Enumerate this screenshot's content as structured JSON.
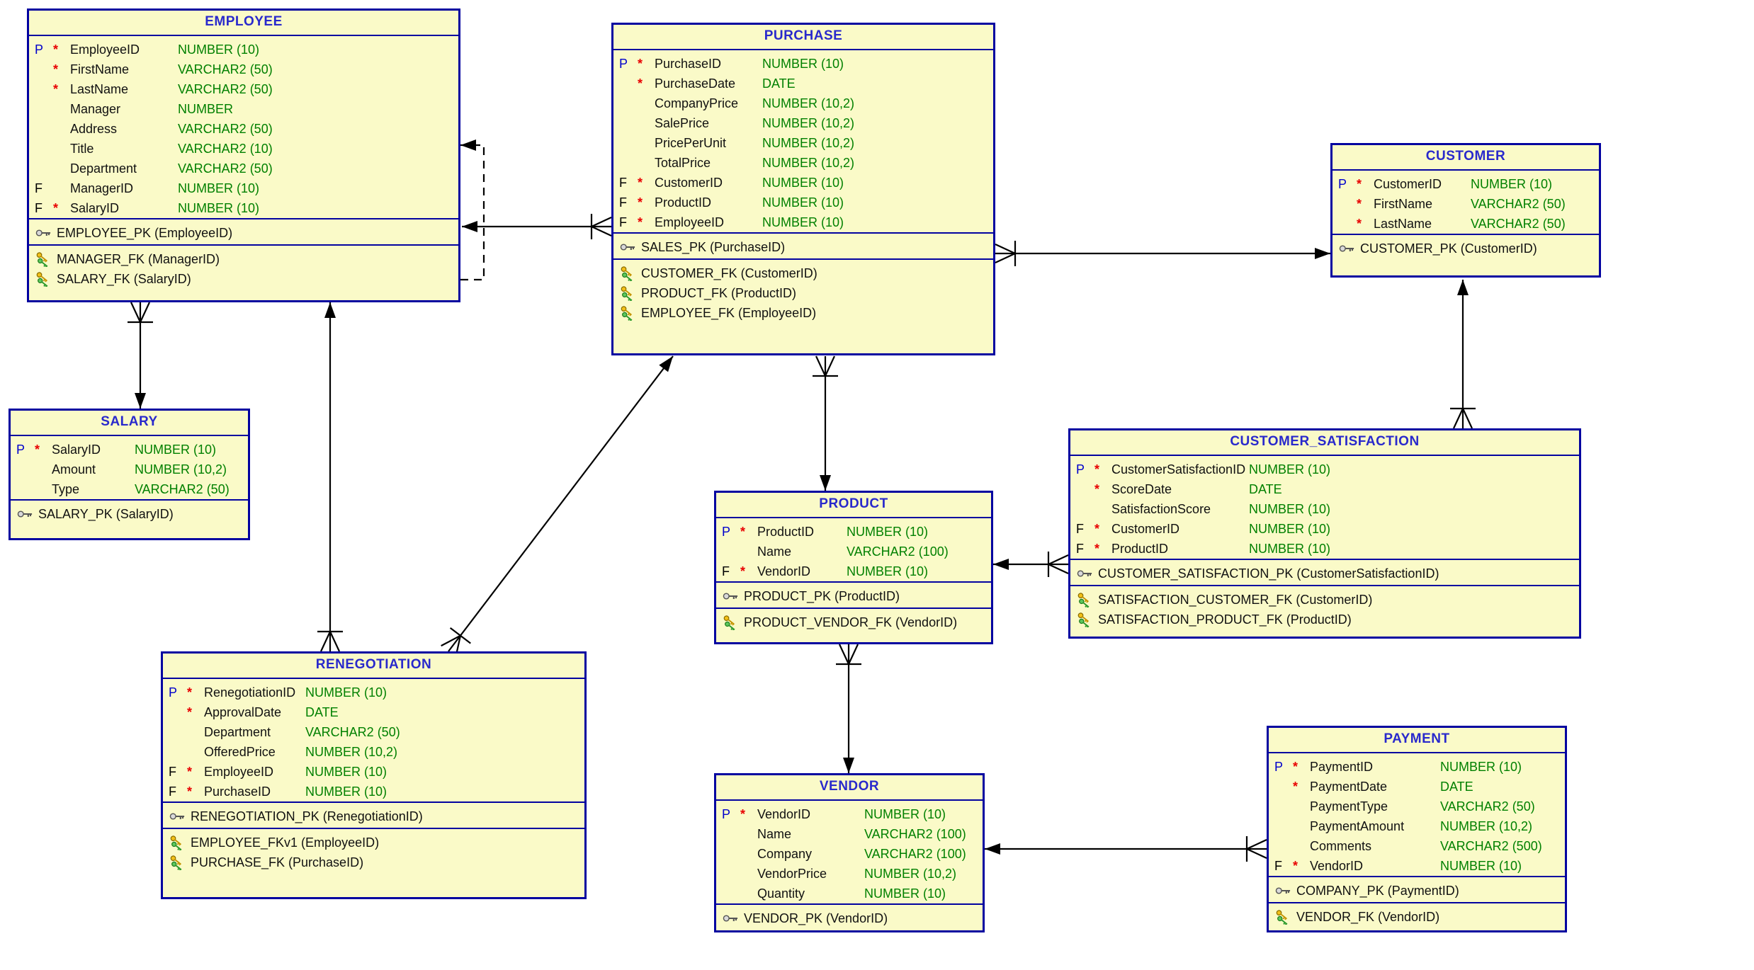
{
  "diagram": {
    "colors": {
      "entity_fill": "#fafac8",
      "entity_border": "#0202a0",
      "title_text": "#2929cc",
      "type_text": "#008000",
      "pk_marker": "#0000cc",
      "required_marker": "#e80000",
      "relationship_line": "#000000"
    },
    "tables": [
      {
        "name": "EMPLOYEE",
        "columns": [
          {
            "key": "P",
            "req": "*",
            "name": "EmployeeID",
            "type": "NUMBER (10)"
          },
          {
            "key": "",
            "req": "*",
            "name": "FirstName",
            "type": "VARCHAR2 (50)"
          },
          {
            "key": "",
            "req": "*",
            "name": "LastName",
            "type": "VARCHAR2 (50)"
          },
          {
            "key": "",
            "req": "",
            "name": "Manager",
            "type": "NUMBER"
          },
          {
            "key": "",
            "req": "",
            "name": "Address",
            "type": "VARCHAR2 (50)"
          },
          {
            "key": "",
            "req": "",
            "name": "Title",
            "type": "VARCHAR2 (10)"
          },
          {
            "key": "",
            "req": "",
            "name": "Department",
            "type": "VARCHAR2 (50)"
          },
          {
            "key": "F",
            "req": "",
            "name": "ManagerID",
            "type": "NUMBER (10)"
          },
          {
            "key": "F",
            "req": "*",
            "name": "SalaryID",
            "type": "NUMBER (10)"
          }
        ],
        "pks": [
          "EMPLOYEE_PK (EmployeeID)"
        ],
        "fks": [
          "MANAGER_FK (ManagerID)",
          "SALARY_FK (SalaryID)"
        ]
      },
      {
        "name": "PURCHASE",
        "columns": [
          {
            "key": "P",
            "req": "*",
            "name": "PurchaseID",
            "type": "NUMBER (10)"
          },
          {
            "key": "",
            "req": "*",
            "name": "PurchaseDate",
            "type": "DATE"
          },
          {
            "key": "",
            "req": "",
            "name": "CompanyPrice",
            "type": "NUMBER (10,2)"
          },
          {
            "key": "",
            "req": "",
            "name": "SalePrice",
            "type": "NUMBER (10,2)"
          },
          {
            "key": "",
            "req": "",
            "name": "PricePerUnit",
            "type": "NUMBER (10,2)"
          },
          {
            "key": "",
            "req": "",
            "name": "TotalPrice",
            "type": "NUMBER (10,2)"
          },
          {
            "key": "F",
            "req": "*",
            "name": "CustomerID",
            "type": "NUMBER (10)"
          },
          {
            "key": "F",
            "req": "*",
            "name": "ProductID",
            "type": "NUMBER (10)"
          },
          {
            "key": "F",
            "req": "*",
            "name": "EmployeeID",
            "type": "NUMBER (10)"
          }
        ],
        "pks": [
          "SALES_PK (PurchaseID)"
        ],
        "fks": [
          "CUSTOMER_FK (CustomerID)",
          "PRODUCT_FK (ProductID)",
          "EMPLOYEE_FK (EmployeeID)"
        ]
      },
      {
        "name": "CUSTOMER",
        "columns": [
          {
            "key": "P",
            "req": "*",
            "name": "CustomerID",
            "type": "NUMBER (10)"
          },
          {
            "key": "",
            "req": "*",
            "name": "FirstName",
            "type": "VARCHAR2 (50)"
          },
          {
            "key": "",
            "req": "*",
            "name": "LastName",
            "type": "VARCHAR2 (50)"
          }
        ],
        "pks": [
          "CUSTOMER_PK (CustomerID)"
        ],
        "fks": []
      },
      {
        "name": "SALARY",
        "columns": [
          {
            "key": "P",
            "req": "*",
            "name": "SalaryID",
            "type": "NUMBER (10)"
          },
          {
            "key": "",
            "req": "",
            "name": "Amount",
            "type": "NUMBER (10,2)"
          },
          {
            "key": "",
            "req": "",
            "name": "Type",
            "type": "VARCHAR2 (50)"
          }
        ],
        "pks": [
          "SALARY_PK (SalaryID)"
        ],
        "fks": []
      },
      {
        "name": "CUSTOMER_SATISFACTION",
        "columns": [
          {
            "key": "P",
            "req": "*",
            "name": "CustomerSatisfactionID",
            "type": "NUMBER (10)"
          },
          {
            "key": "",
            "req": "*",
            "name": "ScoreDate",
            "type": "DATE"
          },
          {
            "key": "",
            "req": "",
            "name": "SatisfactionScore",
            "type": "NUMBER (10)"
          },
          {
            "key": "F",
            "req": "*",
            "name": "CustomerID",
            "type": "NUMBER (10)"
          },
          {
            "key": "F",
            "req": "*",
            "name": "ProductID",
            "type": "NUMBER (10)"
          }
        ],
        "pks": [
          "CUSTOMER_SATISFACTION_PK (CustomerSatisfactionID)"
        ],
        "fks": [
          "SATISFACTION_CUSTOMER_FK (CustomerID)",
          "SATISFACTION_PRODUCT_FK (ProductID)"
        ]
      },
      {
        "name": "PRODUCT",
        "columns": [
          {
            "key": "P",
            "req": "*",
            "name": "ProductID",
            "type": "NUMBER (10)"
          },
          {
            "key": "",
            "req": "",
            "name": "Name",
            "type": "VARCHAR2 (100)"
          },
          {
            "key": "F",
            "req": "*",
            "name": "VendorID",
            "type": "NUMBER (10)"
          }
        ],
        "pks": [
          "PRODUCT_PK (ProductID)"
        ],
        "fks": [
          "PRODUCT_VENDOR_FK (VendorID)"
        ]
      },
      {
        "name": "RENEGOTIATION",
        "columns": [
          {
            "key": "P",
            "req": "*",
            "name": "RenegotiationID",
            "type": "NUMBER (10)"
          },
          {
            "key": "",
            "req": "*",
            "name": "ApprovalDate",
            "type": "DATE"
          },
          {
            "key": "",
            "req": "",
            "name": "Department",
            "type": "VARCHAR2 (50)"
          },
          {
            "key": "",
            "req": "",
            "name": "OfferedPrice",
            "type": "NUMBER (10,2)"
          },
          {
            "key": "F",
            "req": "*",
            "name": "EmployeeID",
            "type": "NUMBER (10)"
          },
          {
            "key": "F",
            "req": "*",
            "name": "PurchaseID",
            "type": "NUMBER (10)"
          }
        ],
        "pks": [
          "RENEGOTIATION_PK (RenegotiationID)"
        ],
        "fks": [
          "EMPLOYEE_FKv1 (EmployeeID)",
          "PURCHASE_FK (PurchaseID)"
        ]
      },
      {
        "name": "VENDOR",
        "columns": [
          {
            "key": "P",
            "req": "*",
            "name": "VendorID",
            "type": "NUMBER (10)"
          },
          {
            "key": "",
            "req": "",
            "name": "Name",
            "type": "VARCHAR2 (100)"
          },
          {
            "key": "",
            "req": "",
            "name": "Company",
            "type": "VARCHAR2 (100)"
          },
          {
            "key": "",
            "req": "",
            "name": "VendorPrice",
            "type": "NUMBER (10,2)"
          },
          {
            "key": "",
            "req": "",
            "name": "Quantity",
            "type": "NUMBER (10)"
          }
        ],
        "pks": [
          "VENDOR_PK (VendorID)"
        ],
        "fks": []
      },
      {
        "name": "PAYMENT",
        "columns": [
          {
            "key": "P",
            "req": "*",
            "name": "PaymentID",
            "type": "NUMBER (10)"
          },
          {
            "key": "",
            "req": "*",
            "name": "PaymentDate",
            "type": "DATE"
          },
          {
            "key": "",
            "req": "",
            "name": "PaymentType",
            "type": "VARCHAR2 (50)"
          },
          {
            "key": "",
            "req": "",
            "name": "PaymentAmount",
            "type": "NUMBER (10,2)"
          },
          {
            "key": "",
            "req": "",
            "name": "Comments",
            "type": "VARCHAR2 (500)"
          },
          {
            "key": "F",
            "req": "*",
            "name": "VendorID",
            "type": "NUMBER (10)"
          }
        ],
        "pks": [
          "COMPANY_PK (PaymentID)"
        ],
        "fks": [
          "VENDOR_FK (VendorID)"
        ]
      }
    ],
    "relationships": [
      {
        "name": "manager-self-reference",
        "from": "EMPLOYEE",
        "to": "EMPLOYEE",
        "line": "dashed"
      },
      {
        "name": "salary-fk",
        "from": "EMPLOYEE",
        "to": "SALARY",
        "line": "solid"
      },
      {
        "name": "employee-fk",
        "from": "PURCHASE",
        "to": "EMPLOYEE",
        "line": "solid"
      },
      {
        "name": "customer-fk",
        "from": "PURCHASE",
        "to": "CUSTOMER",
        "line": "solid"
      },
      {
        "name": "product-fk",
        "from": "PURCHASE",
        "to": "PRODUCT",
        "line": "solid"
      },
      {
        "name": "employee-fkv1",
        "from": "RENEGOTIATION",
        "to": "EMPLOYEE",
        "line": "solid"
      },
      {
        "name": "purchase-fk",
        "from": "RENEGOTIATION",
        "to": "PURCHASE",
        "line": "solid"
      },
      {
        "name": "product-vendor-fk",
        "from": "PRODUCT",
        "to": "VENDOR",
        "line": "solid"
      },
      {
        "name": "satisfaction-customer-fk",
        "from": "CUSTOMER_SATISFACTION",
        "to": "CUSTOMER",
        "line": "solid"
      },
      {
        "name": "satisfaction-product-fk",
        "from": "CUSTOMER_SATISFACTION",
        "to": "PRODUCT",
        "line": "solid"
      },
      {
        "name": "vendor-fk",
        "from": "PAYMENT",
        "to": "VENDOR",
        "line": "solid"
      }
    ]
  }
}
